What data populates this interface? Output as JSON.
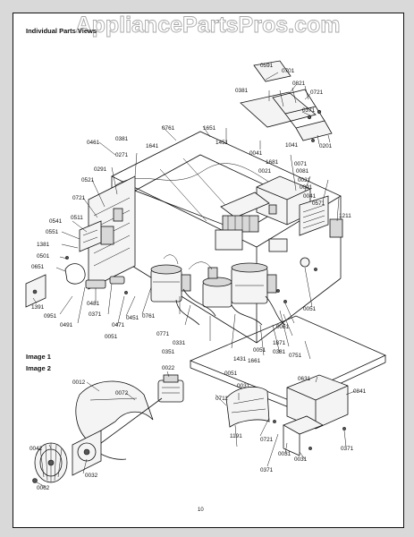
{
  "watermark": "AppliancePartsPros.com",
  "heading": "Individual Parts Views",
  "image_labels": [
    "Image 1",
    "Image 2"
  ],
  "page_number": "10",
  "colors": {
    "ink": "#111111",
    "paper": "#ffffff",
    "frame": "#d9d9d9",
    "watermark": "#9a9a9a"
  },
  "callouts": [
    "0591",
    "0701",
    "0821",
    "0381",
    "0721",
    "0371",
    "1041",
    "0201",
    "0761",
    "1651",
    "0461",
    "0381",
    "0271",
    "1641",
    "1451",
    "0041",
    "0291",
    "1681",
    "0021",
    "0071",
    "0081",
    "0031",
    "0091",
    "0041",
    "0571",
    "0521",
    "0721",
    "0511",
    "1211",
    "0541",
    "0551",
    "1381",
    "0501",
    "0651",
    "1391",
    "0951",
    "0491",
    "0481",
    "0371",
    "0051",
    "0471",
    "0451",
    "0761",
    "0771",
    "0331",
    "0351",
    "1431",
    "0051",
    "1661",
    "1871",
    "0381",
    "0061",
    "0751",
    "0051",
    "0051",
    "0711",
    "0031",
    "0631",
    "0841",
    "1191",
    "0721",
    "0371",
    "0031",
    "0031",
    "0371",
    "0012",
    "0072",
    "0022",
    "0042",
    "0032",
    "0062"
  ]
}
